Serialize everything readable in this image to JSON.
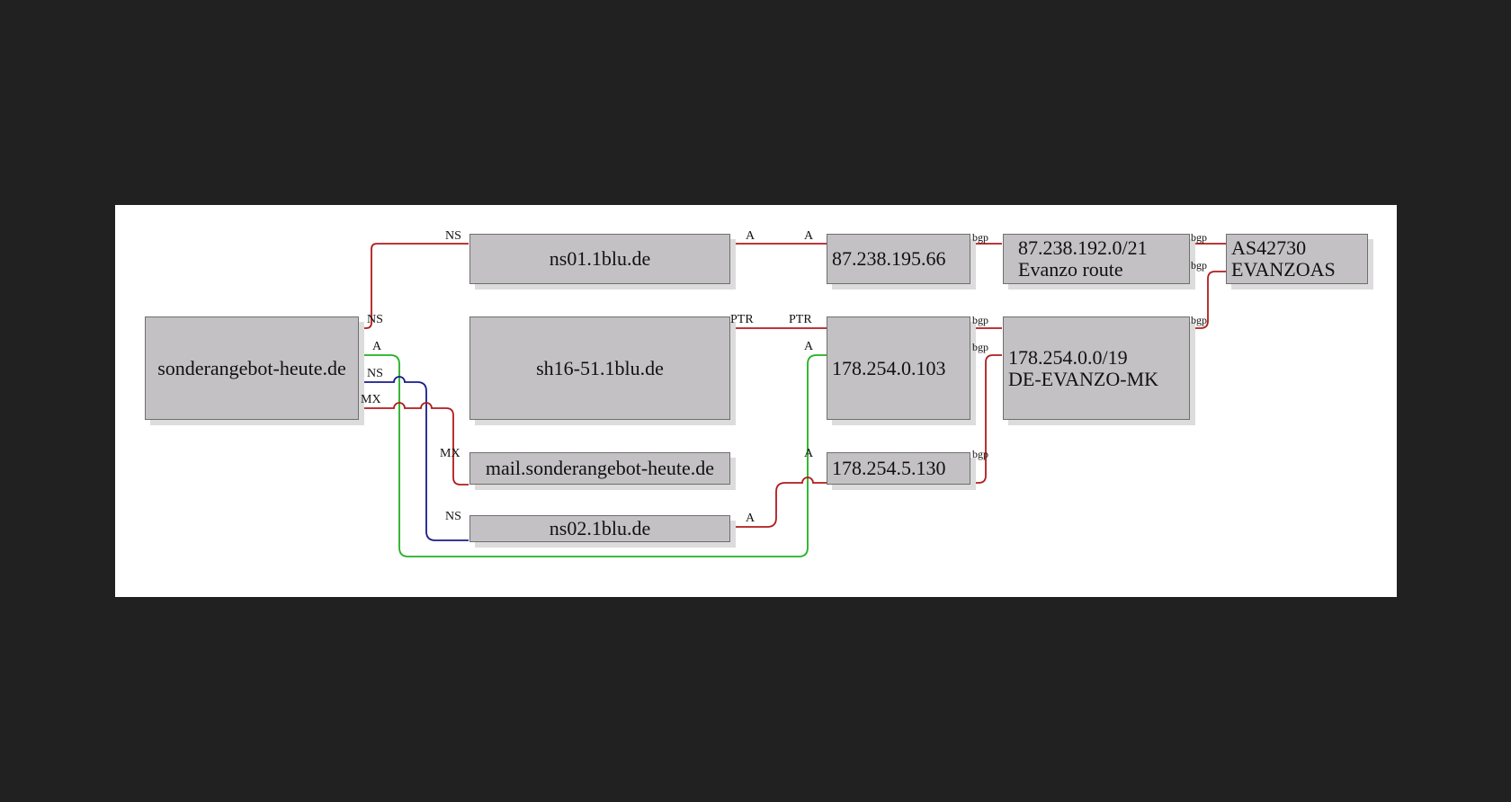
{
  "colors": {
    "background": "#212121",
    "canvas": "#ffffff",
    "node_fill": "#c4c1c4",
    "edge_red": "#b01c1c",
    "edge_green": "#22b022",
    "edge_blue": "#1a1a8c"
  },
  "nodes": {
    "domain": {
      "lines": [
        "sonderangebot-heute.de"
      ]
    },
    "ns01": {
      "lines": [
        "ns01.1blu.de"
      ]
    },
    "sh16": {
      "lines": [
        "sh16-51.1blu.de"
      ]
    },
    "mail": {
      "lines": [
        "mail.sonderangebot-heute.de"
      ]
    },
    "ns02": {
      "lines": [
        "ns02.1blu.de"
      ]
    },
    "ip_87": {
      "lines": [
        "87.238.195.66"
      ]
    },
    "ip_178_103": {
      "lines": [
        "178.254.0.103"
      ]
    },
    "ip_178_130": {
      "lines": [
        "178.254.5.130"
      ]
    },
    "net_87": {
      "lines": [
        "87.238.192.0/21",
        "Evanzo route"
      ]
    },
    "net_178": {
      "lines": [
        "178.254.0.0/19",
        "DE-EVANZO-MK"
      ]
    },
    "as": {
      "lines": [
        "AS42730",
        "EVANZOAS"
      ]
    }
  },
  "edge_labels": {
    "ns_to_ns01_src": "NS",
    "ns_to_ns01_dst": "NS",
    "a_src": "A",
    "ns2_src": "NS",
    "mx_src": "MX",
    "mx_dst": "MX",
    "ns2_dst": "NS",
    "ns01_a_src": "A",
    "ns01_a_dst": "A",
    "ptr_src": "PTR",
    "ptr_dst": "PTR",
    "a_dst_103": "A",
    "ns02_a_src": "A",
    "a_dst_130": "A",
    "bgp_87_src": "bgp",
    "bgp_103_src": "bgp",
    "bgp_103_dst": "bgp",
    "bgp_130_src": "bgp",
    "bgp_net87_src": "bgp",
    "bgp_as_dst": "bgp",
    "bgp_net178_src": "bgp"
  }
}
